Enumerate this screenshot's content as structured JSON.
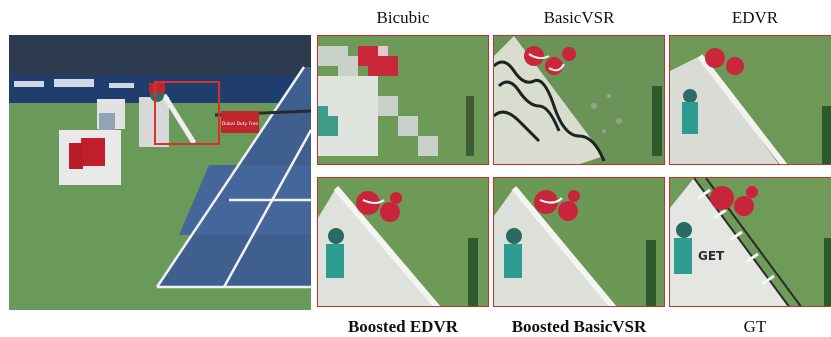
{
  "figure": {
    "top_labels": [
      "Bicubic",
      "BasicVSR",
      "EDVR"
    ],
    "bottom_labels": [
      "Boosted EDVR",
      "Boosted BasicVSR",
      "GT"
    ],
    "scene_sign_text": "Dubai Duty Free",
    "court_sign_text": "GET",
    "highlight_color": "#d9302a",
    "court_green": "#6a9a5a",
    "court_blue": "#3f5f8f"
  }
}
